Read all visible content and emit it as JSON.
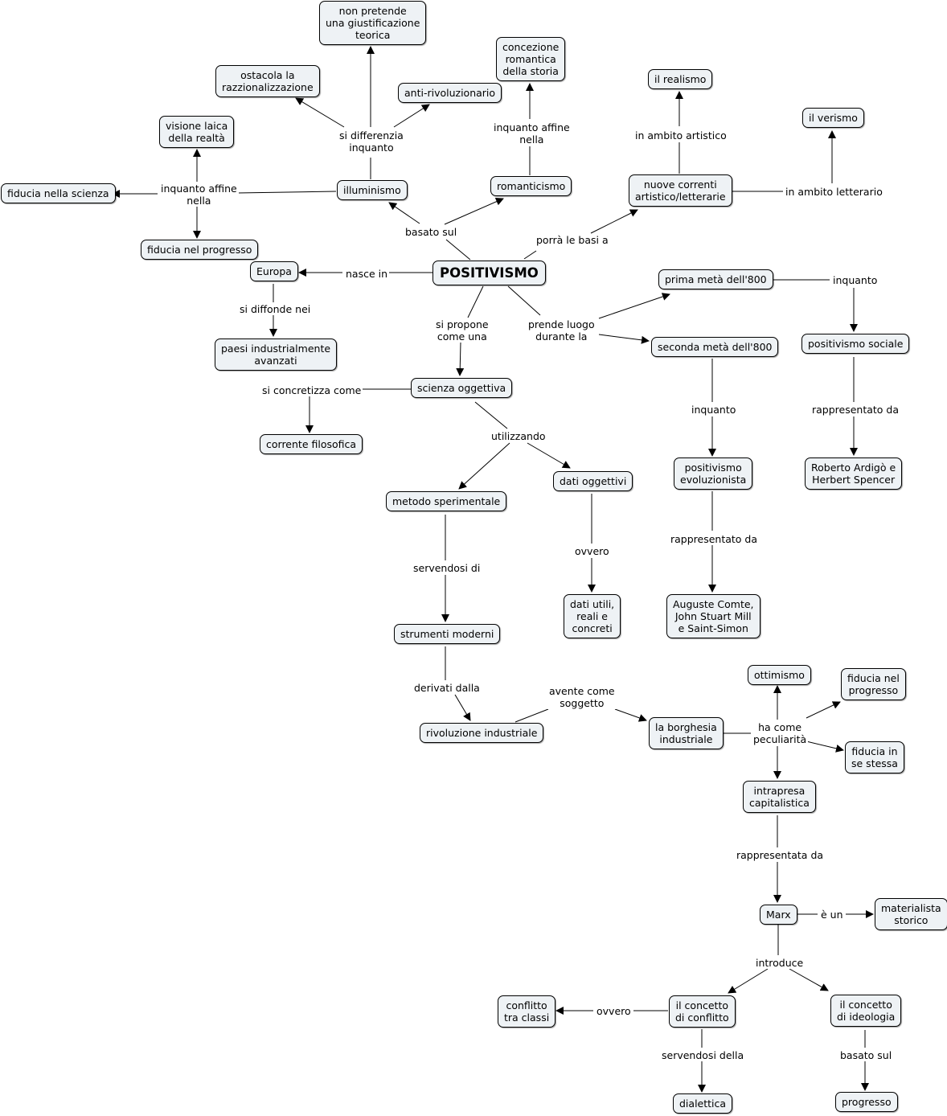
{
  "nodes": {
    "positivismo": "POSITIVISMO",
    "illuminismo": "illuminismo",
    "romanticismo": "romanticismo",
    "nuove_correnti": "nuove correnti\nartistico/letterarie",
    "realismo": "il realismo",
    "verismo": "il verismo",
    "concezione": "concezione\nromantica\ndella storia",
    "non_pretende": "non pretende\nuna giustificazione\nteorica",
    "ostacola": "ostacola la\nrazzionalizzazione",
    "anti_rivoluzionario": "anti-rivoluzionario",
    "visione_laica": "visione laica\ndella realtà",
    "fiducia_scienza": "fiducia nella scienza",
    "fiducia_progresso_1": "fiducia nel progresso",
    "europa": "Europa",
    "paesi": "paesi industrialmente\navanzati",
    "scienza_oggettiva": "scienza oggettiva",
    "corrente_filosofica": "corrente filosofica",
    "metodo": "metodo sperimentale",
    "dati_oggettivi": "dati oggettivi",
    "dati_utili": "dati utili,\nreali e\nconcreti",
    "strumenti": "strumenti moderni",
    "rivoluzione": "rivoluzione industriale",
    "prima_meta": "prima metà dell'800",
    "seconda_meta": "seconda metà dell'800",
    "pos_sociale": "positivismo sociale",
    "pos_evoluzionista": "positivismo\nevoluzionista",
    "ardigo": "Roberto Ardigò e\nHerbert Spencer",
    "comte": "Auguste Comte,\nJohn Stuart Mill\ne Saint-Simon",
    "borghesia": "la borghesia\nindustriale",
    "ottimismo": "ottimismo",
    "fiducia_progresso_2": "fiducia nel\nprogresso",
    "fiducia_se": "fiducia in\nse stessa",
    "intrapresa": "intrapresa\ncapitalistica",
    "marx": "Marx",
    "materialista": "materialista\nstorico",
    "conflitto": "il concetto\ndi conflitto",
    "ideologia": "il concetto\ndi ideologia",
    "conflitto_classi": "conflitto\ntra classi",
    "dialettica": "dialettica",
    "progresso": "progresso"
  },
  "links": {
    "basato_sul_1": "basato sul",
    "porra": "porrà le basi a",
    "nasce_in": "nasce in",
    "si_differenzia": "si differenzia\ninquanto",
    "inquanto_affine_1": "inquanto affine\nnella",
    "inquanto_affine_2": "inquanto affine\nnella",
    "in_ambito_artistico": "in ambito artistico",
    "in_ambito_letterario": "in ambito letterario",
    "si_diffonde": "si diffonde nei",
    "si_propone": "si propone\ncome una",
    "prende_luogo": "prende luogo\ndurante la",
    "inquanto_1": "inquanto",
    "inquanto_2": "inquanto",
    "rappresentato_1": "rappresentato da",
    "rappresentato_2": "rappresentato da",
    "si_concretizza": "si concretizza come",
    "utilizzando": "utilizzando",
    "ovvero_1": "ovvero",
    "servendosi_di": "servendosi di",
    "derivati": "derivati dalla",
    "avente": "avente come\nsoggetto",
    "ha_come": "ha come\npeculiarità",
    "rappresentata": "rappresentata da",
    "e_un": "è un",
    "introduce": "introduce",
    "ovvero_2": "ovvero",
    "servendosi_della": "servendosi della",
    "basato_sul_2": "basato sul"
  }
}
